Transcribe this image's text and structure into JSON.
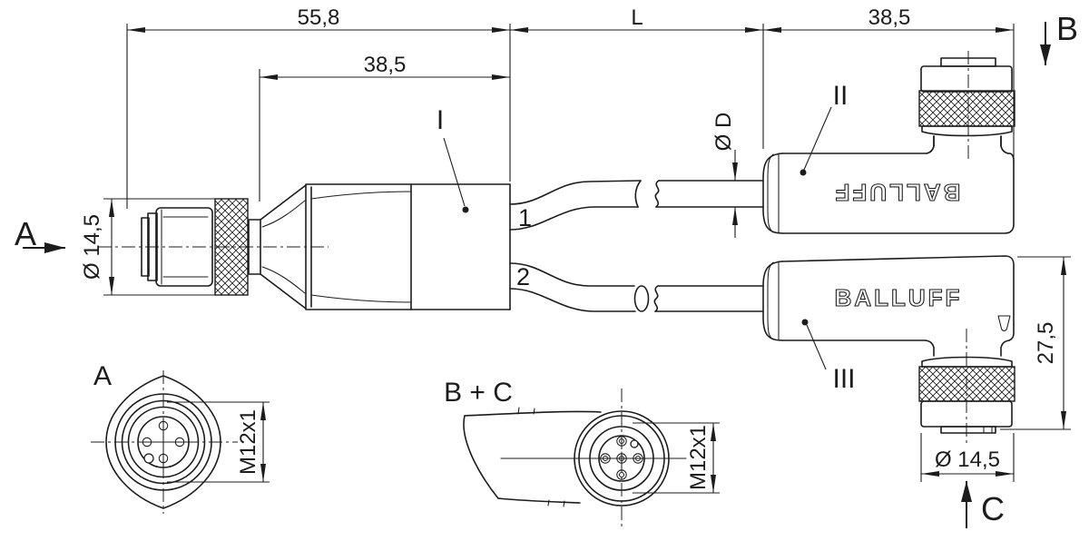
{
  "drawing": {
    "line_color": "#1c1c1c",
    "background": "#ffffff"
  },
  "dims": {
    "total": "55,8",
    "body": "38,5",
    "cable": "L",
    "connector": "38,5",
    "dia_left": "Ø 14,5",
    "dia_cable": "Ø D",
    "height_right": "27,5",
    "dia_right": "Ø 14,5",
    "thread_a": "M12x1",
    "thread_bc": "M12x1"
  },
  "views": {
    "a": "A",
    "b": "B",
    "c": "C",
    "a_title": "A",
    "bc_title": "B + C"
  },
  "callouts": {
    "i": "I",
    "ii": "II",
    "iii": "III"
  },
  "cables": {
    "c1": "1",
    "c2": "2"
  },
  "brand": {
    "upper": "BALLUFF",
    "lower": "BALLUFF"
  }
}
